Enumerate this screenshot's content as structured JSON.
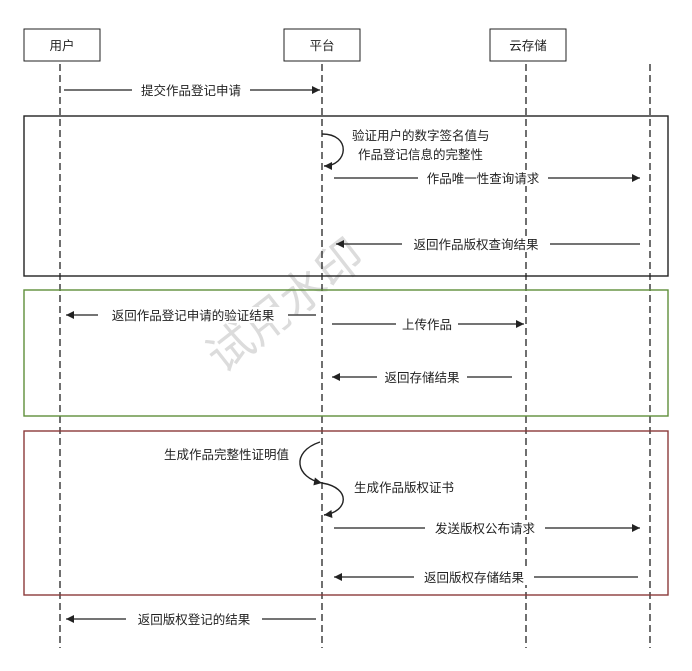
{
  "participants": {
    "user": "用户",
    "platform": "平台",
    "cloud": "云存储"
  },
  "messages": {
    "submit": "提交作品登记申请",
    "verify_line1": "验证用户的数字签名值与",
    "verify_line2": "作品登记信息的完整性",
    "uniqueness_query": "作品唯一性查询请求",
    "return_query": "返回作品版权查询结果",
    "return_verify": "返回作品登记申请的验证结果",
    "upload": "上传作品",
    "return_store": "返回存储结果",
    "gen_integrity": "生成作品完整性证明值",
    "gen_certificate": "生成作品版权证书",
    "publish": "发送版权公布请求",
    "return_copyright_store": "返回版权存储结果",
    "return_registration": "返回版权登记的结果"
  },
  "watermark": "试用水印",
  "colors": {
    "frame1": "#222222",
    "frame2": "#5f8f3a",
    "frame3": "#8b3a3a",
    "watermark": "#d9d9d9"
  }
}
